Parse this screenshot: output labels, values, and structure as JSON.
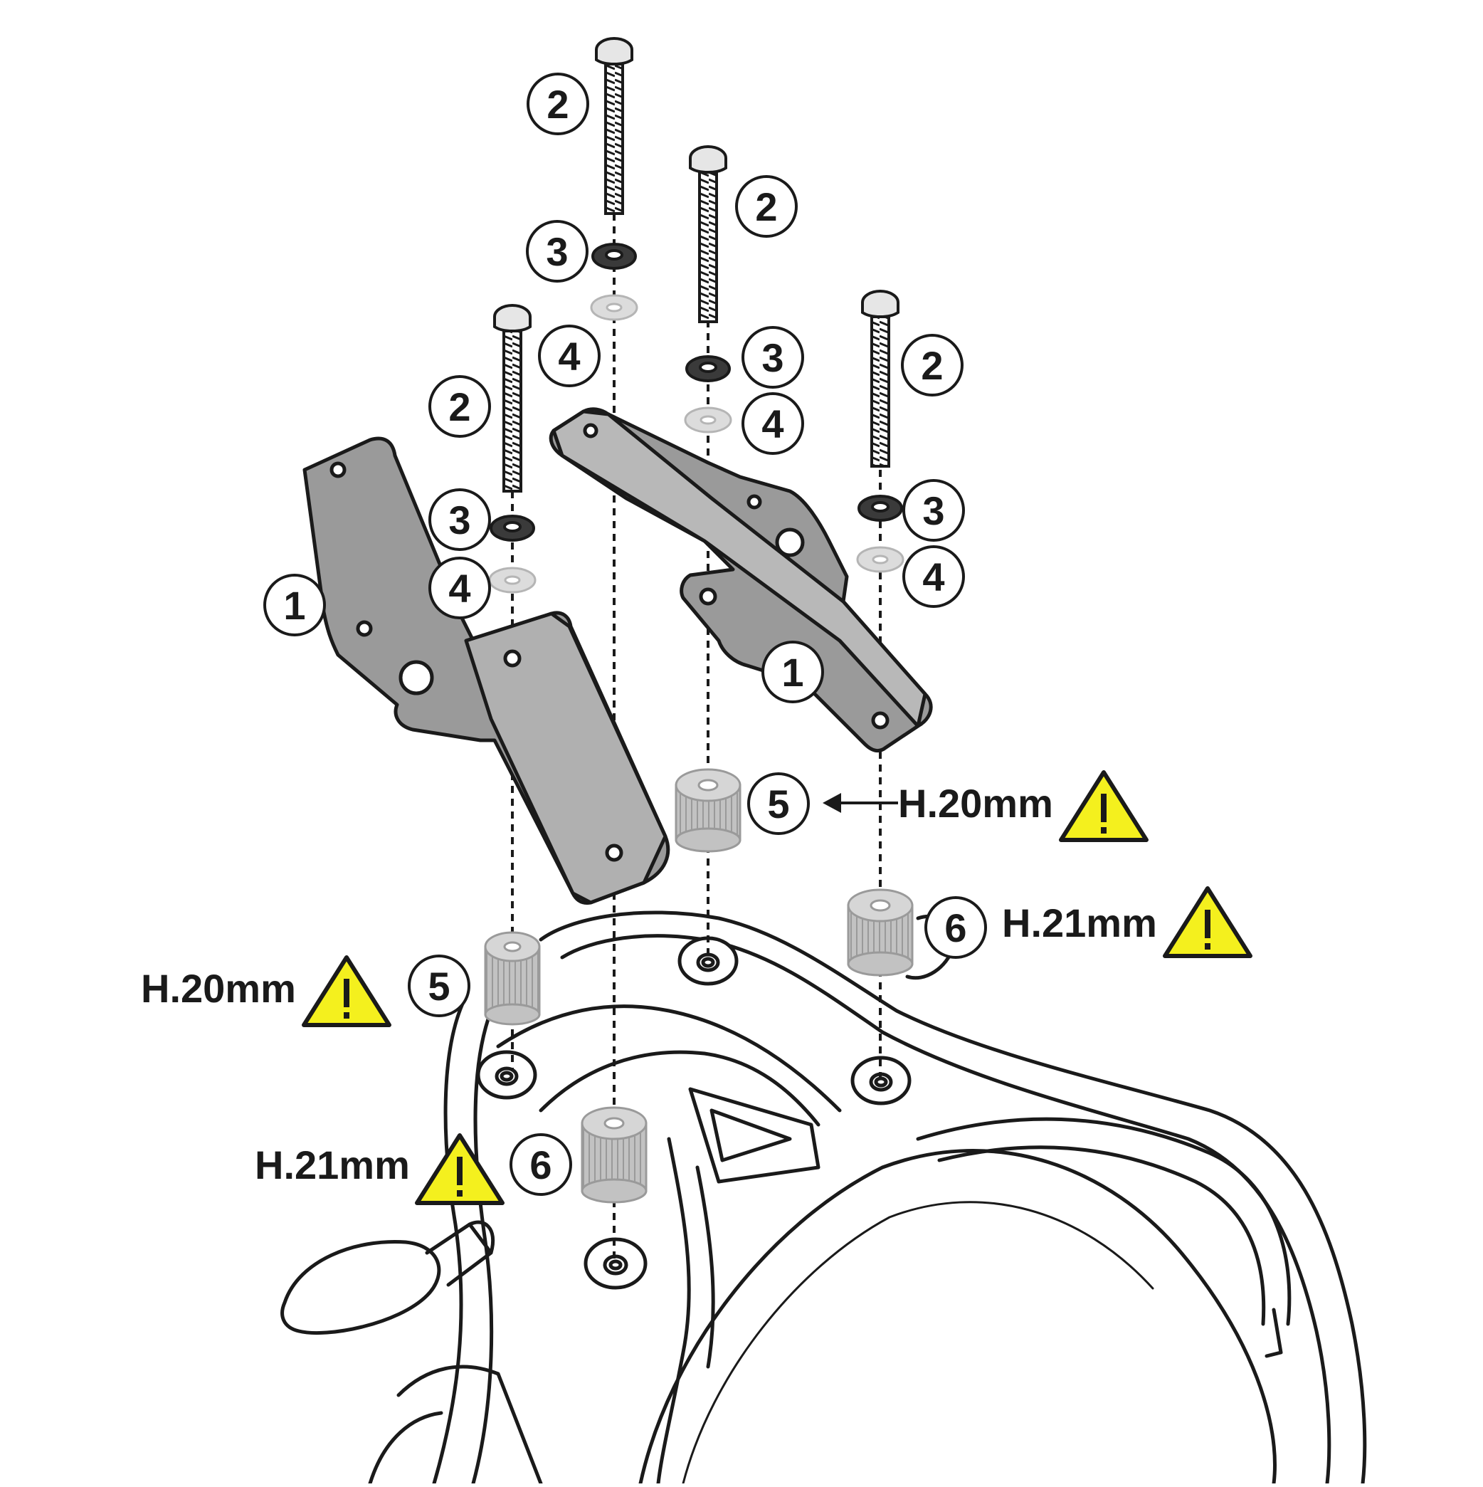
{
  "colors": {
    "warning_yellow": "#f4f01e",
    "bracket_grey": "#9a9a9a",
    "spacer_grey": "#c2c2c2",
    "outline": "#1a1a1a",
    "washer_light": "#dcdcdc"
  },
  "callouts": {
    "bracket": "1",
    "screw": "2",
    "lock_washer": "3",
    "flat_washer": "4",
    "spacer_20": "5",
    "spacer_21": "6"
  },
  "dimensions": {
    "h20": "H.20mm",
    "h21": "H.21mm"
  },
  "icons": {
    "warning": "warning-triangle-icon",
    "arrow": "left-arrow-icon"
  }
}
